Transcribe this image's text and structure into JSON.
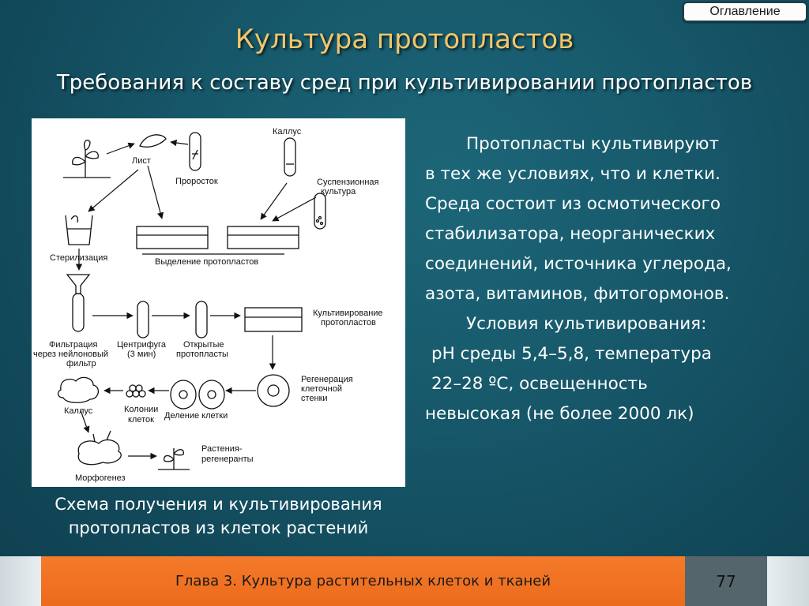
{
  "header": {
    "toc_button": "Оглавление"
  },
  "slide": {
    "title": "Культура протопластов",
    "subtitle": "Требования к составу сред при культивировании протопластов"
  },
  "diagram": {
    "labels": {
      "leaf": "Лист",
      "sprout": "Проросток",
      "callus_top": "Каллус",
      "suspension_1": "Суспензионная",
      "suspension_2": "культура",
      "sterilization": "Стерилизация",
      "isolation": "Выделение протопластов",
      "cultivation_1": "Культивирование",
      "cultivation_2": "протопластов",
      "filtration_1": "Фильтрация",
      "filtration_2": "через нейлоновый",
      "filtration_3": "фильтр",
      "centrifuge_1": "Центрифуга",
      "centrifuge_2": "(3 мин)",
      "open_1": "Открытые",
      "open_2": "протопласты",
      "regen_1": "Регенерация",
      "regen_2": "клеточной",
      "regen_3": "стенки",
      "callus_bottom": "Каллус",
      "colonies_1": "Колонии",
      "colonies_2": "клеток",
      "division": "Деление клетки",
      "morphogenesis": "Морфогенез",
      "plants_1": "Растения-",
      "plants_2": "регенеранты"
    },
    "caption_line1": "Схема получения и культивирования",
    "caption_line2": "протопластов из клеток растений"
  },
  "body": {
    "line1": "Протопласты культивируют",
    "line2": "в тех же условиях, что и клетки.",
    "line3": "Среда состоит из осмотического",
    "line4": "стабилизатора, неорганических",
    "line5": "соединений, источника углерода,",
    "line6": "азота, витаминов, фитогормонов.",
    "line7": "Условия культивирования:",
    "line8": "pH среды 5,4–5,8, температура",
    "line9": "22–28 ºС, освещенность",
    "line10": "невысокая (не более 2000 лк)"
  },
  "footer": {
    "chapter": "Глава 3. Культура растительных клеток и тканей",
    "page_number": "77"
  },
  "colors": {
    "background": "#175a6c",
    "title": "#f2c66a",
    "footer_bar": "#f47a2a",
    "page_box": "#54656c"
  }
}
